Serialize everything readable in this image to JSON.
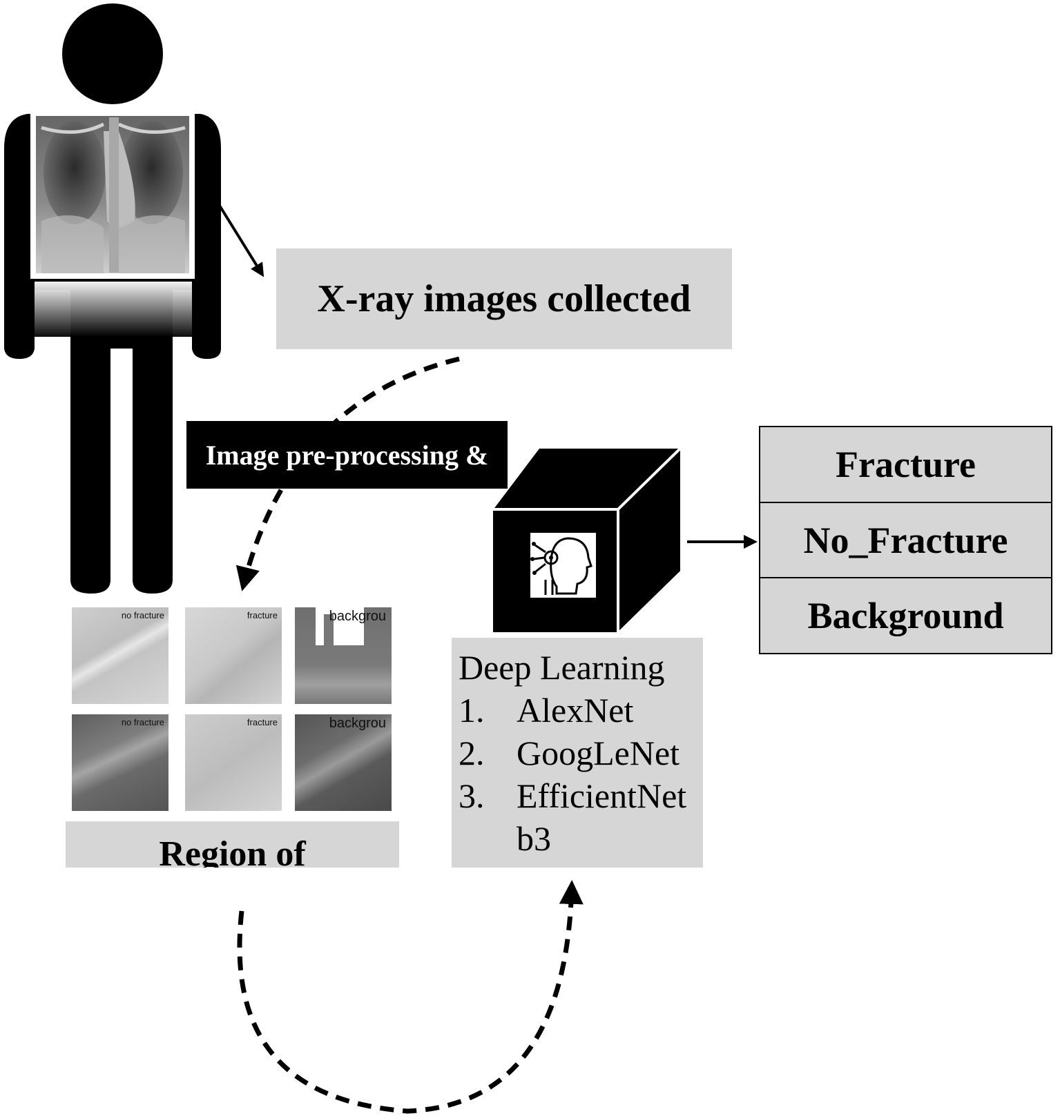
{
  "title": "",
  "xray_label": "X-ray images collected",
  "preprocessing_label": "Image pre-processing &",
  "roi_label": "Region of",
  "deep_learning": {
    "title": "Deep Learning",
    "models": [
      {
        "num": "1.",
        "name": "AlexNet"
      },
      {
        "num": "2.",
        "name": "GoogLeNet"
      },
      {
        "num": "3.",
        "name": "EfficientNetb3"
      }
    ]
  },
  "classes": [
    "Fracture",
    "No_Fracture",
    "Background"
  ],
  "patch_labels": [
    "no fracture",
    "fracture",
    "backgrou",
    "no fracture",
    "fracture",
    "backgrou"
  ],
  "colors": {
    "panel_gray": "#d6d6d6",
    "black": "#000000",
    "white": "#ffffff"
  },
  "icons": [
    "person-silhouette-icon",
    "chest-xray-image",
    "black-box-cube-icon",
    "ai-head-icon"
  ]
}
